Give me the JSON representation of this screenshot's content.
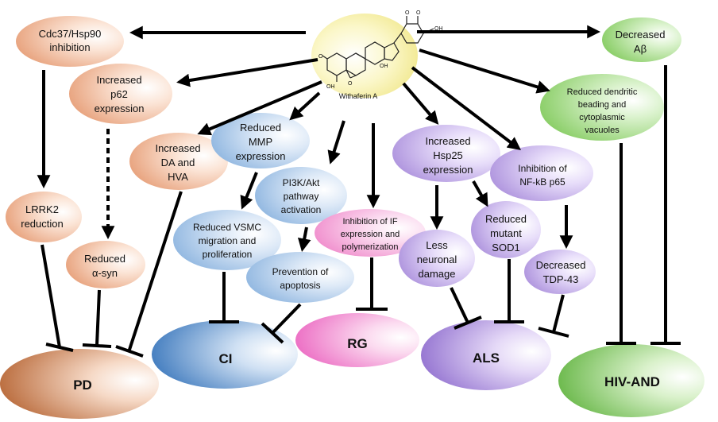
{
  "center": {
    "label": "Withaferin A"
  },
  "diseases": {
    "pd": "PD",
    "ci": "CI",
    "rg": "RG",
    "als": "ALS",
    "hiv": "HIV-AND"
  },
  "nodes": {
    "cdc37": [
      "Cdc37/Hsp90",
      "inhibition"
    ],
    "p62": [
      "Increased",
      "p62",
      "expression"
    ],
    "da": [
      "Increased",
      "DA and",
      "HVA"
    ],
    "mmp": [
      "Reduced",
      "MMP",
      "expression"
    ],
    "pi3k": [
      "PI3K/Akt",
      "pathway",
      "activation"
    ],
    "if": [
      "Inhibition of IF",
      "expression and",
      "polymerization"
    ],
    "hsp25": [
      "Increased",
      "Hsp25",
      "expression"
    ],
    "nfkb": [
      "Inhibition of",
      "NF-kB p65"
    ],
    "ab": [
      "Decreased",
      "Aβ"
    ],
    "dendritic": [
      "Reduced dendritic",
      "beading and",
      "cytoplasmic",
      "vacuoles"
    ],
    "lrrk2": [
      "LRRK2",
      "reduction"
    ],
    "asyn": [
      "Reduced",
      "α-syn"
    ],
    "vsmc": [
      "Reduced VSMC",
      "migration and",
      "proliferation"
    ],
    "apoptosis": [
      "Prevention of",
      "apoptosis"
    ],
    "neuronal": [
      "Less",
      "neuronal",
      "damage"
    ],
    "sod1": [
      "Reduced",
      "mutant",
      "SOD1"
    ],
    "tdp43": [
      "Decreased",
      "TDP-43"
    ]
  },
  "colors": {
    "orange": "#e7a07a",
    "blue": "#8fb6e0",
    "pink": "#f49ad2",
    "purple": "#b39be0",
    "green": "#8fd06e",
    "yellow": "#f6ef9a"
  }
}
